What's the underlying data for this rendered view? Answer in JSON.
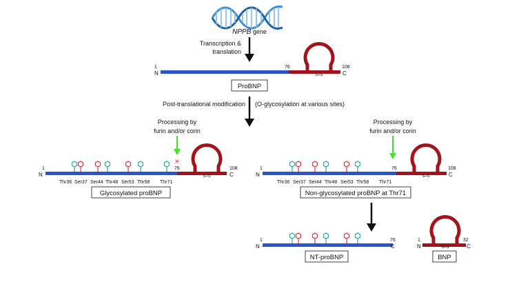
{
  "colors": {
    "ntChain": "#2b56c8",
    "bnpChain": "#a2141b",
    "glycanRed": "#e0343f",
    "glycanTeal": "#2aa79b",
    "processingArrow": "#44e02b",
    "blockedMark": "#e0343f",
    "arrow": "#111111",
    "dna": "#3d8fd6"
  },
  "icons": [
    "dna-icon",
    "o-glycan-icon",
    "disulfide-loop-icon",
    "cleavage-blocked-icon"
  ],
  "gene": {
    "name": "NPPB",
    "suffix": " gene"
  },
  "steps": {
    "transcription": [
      "Transcription &",
      "translation"
    ],
    "ptm_left": "Post-translational modification",
    "ptm_right": "(O-glycosylation at various sites)",
    "processing": [
      "Processing by",
      "furin and/or corin"
    ]
  },
  "markers": {
    "n": "N",
    "c": "C",
    "start": "1",
    "cleave": "76",
    "end": "108",
    "bnp_end": "32",
    "disulfide": "s–s",
    "blocked": "×"
  },
  "sites": [
    "Thr36",
    "Ser37",
    "Ser44",
    "Thr48",
    "Ser53",
    "Thr58",
    "Thr71"
  ],
  "boxes": {
    "probnp": "ProBNP",
    "glycosylated": "Glycosylated proBNP",
    "nonglycosylated": "Non-glycosylated proBNP at Thr71",
    "ntprobnp": "NT-proBNP",
    "bnp": "BNP"
  }
}
